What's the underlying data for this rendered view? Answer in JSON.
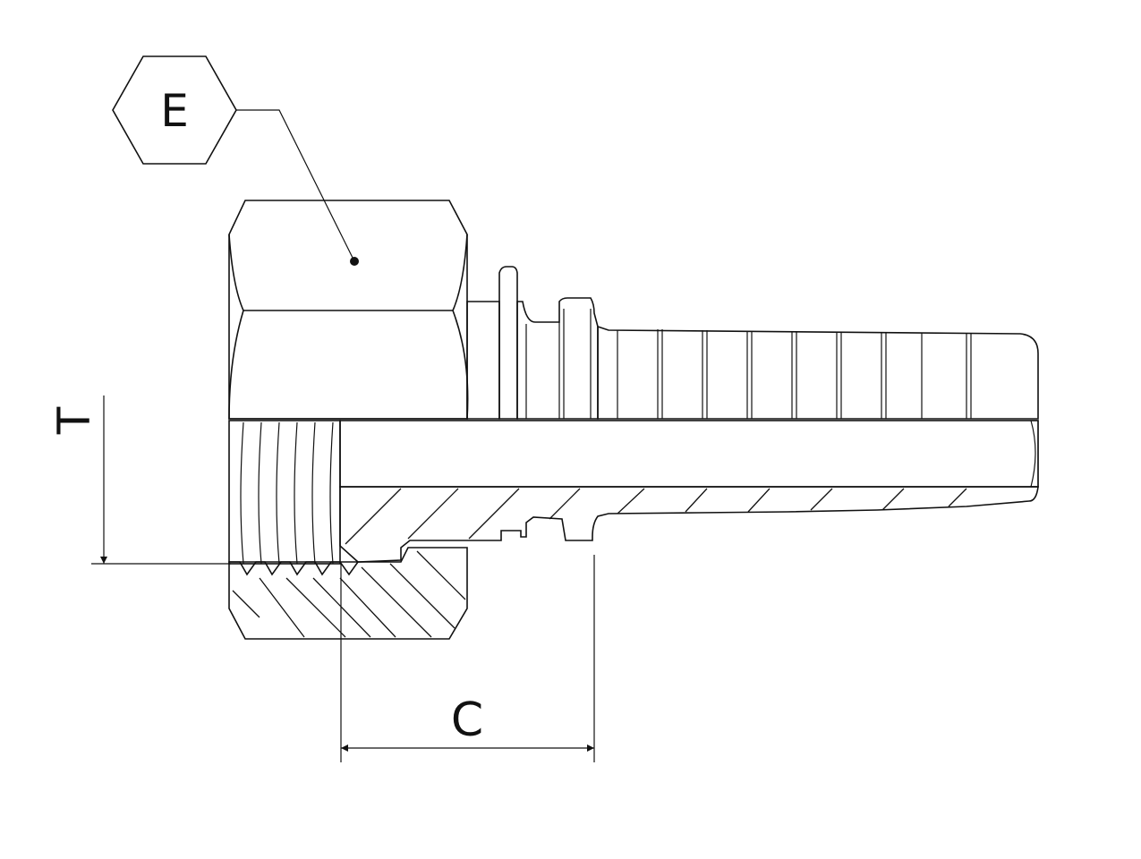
{
  "labels": {
    "hex_callout": "E",
    "thread_dim": "T",
    "length_dim": "C"
  },
  "colors": {
    "line": "#111111",
    "nut_face": "#a9a9ad",
    "metal_light": "#f2f2f4",
    "metal_mid": "#c6c6cc",
    "metal_dark": "#8e8e96",
    "bore_light": "#ffffff",
    "bore_dark": "#9a9aa2"
  }
}
